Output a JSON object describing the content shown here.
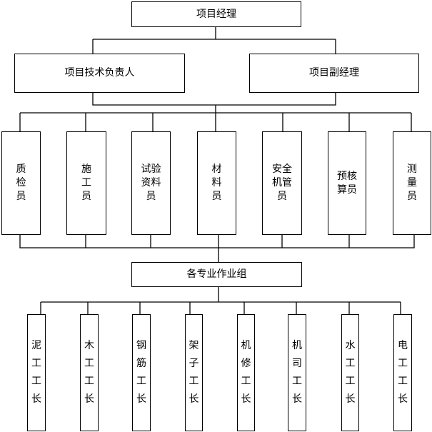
{
  "top": {
    "label": "项目经理"
  },
  "deputies": [
    {
      "label": "项目技术负责人"
    },
    {
      "label": "项目副经理"
    }
  ],
  "staff": [
    {
      "lines": [
        "质",
        "检",
        "员"
      ]
    },
    {
      "lines": [
        "施",
        "工",
        "员"
      ]
    },
    {
      "lines": [
        "试验",
        "资料",
        "员"
      ]
    },
    {
      "lines": [
        "材",
        "料",
        "员"
      ]
    },
    {
      "lines": [
        "安全",
        "机管",
        "员"
      ]
    },
    {
      "lines": [
        "预核",
        "算员"
      ]
    },
    {
      "lines": [
        "测",
        "量",
        "员"
      ]
    }
  ],
  "group": {
    "label": "各专业作业组"
  },
  "foremen": [
    {
      "lines": [
        "泥",
        "工",
        "工",
        "长"
      ]
    },
    {
      "lines": [
        "木",
        "工",
        "工",
        "长"
      ]
    },
    {
      "lines": [
        "钢",
        "筋",
        "工",
        "长"
      ]
    },
    {
      "lines": [
        "架",
        "子",
        "工",
        "长"
      ]
    },
    {
      "lines": [
        "机",
        "修",
        "工",
        "长"
      ]
    },
    {
      "lines": [
        "机",
        "司",
        "工",
        "长"
      ]
    },
    {
      "lines": [
        "水",
        "工",
        "工",
        "长"
      ]
    },
    {
      "lines": [
        "电",
        "工",
        "工",
        "长"
      ]
    }
  ]
}
